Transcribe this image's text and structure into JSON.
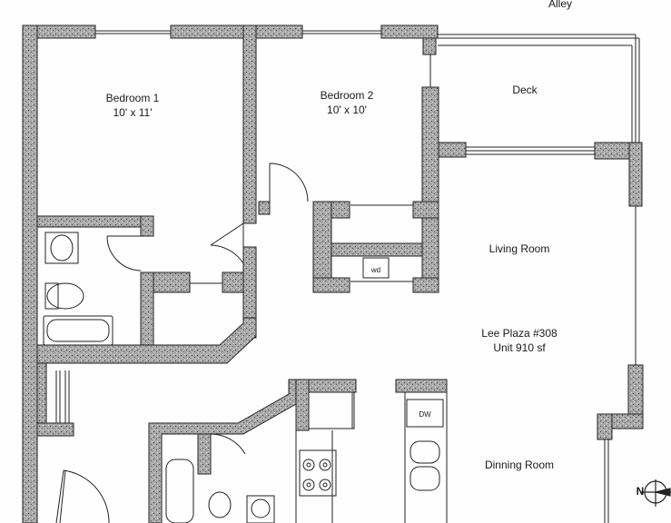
{
  "street": "Alley",
  "rooms": {
    "bedroom1": {
      "name": "Bedroom 1",
      "size": "10' x 11'"
    },
    "bedroom2": {
      "name": "Bedroom 2",
      "size": "10' x 10'"
    },
    "deck": {
      "name": "Deck"
    },
    "living": {
      "name": "Living Room"
    },
    "dining": {
      "name": "Dinning Room"
    }
  },
  "unit": {
    "address": "Lee Plaza #308",
    "area": "Unit 910 sf"
  },
  "appliances": {
    "washer_dryer": "wd",
    "dishwasher": "DW"
  },
  "compass": {
    "letter": "N"
  },
  "colors": {
    "wall_fill": "#9a9a9a",
    "ink": "#1a1a1a",
    "paper": "#fefefe"
  }
}
